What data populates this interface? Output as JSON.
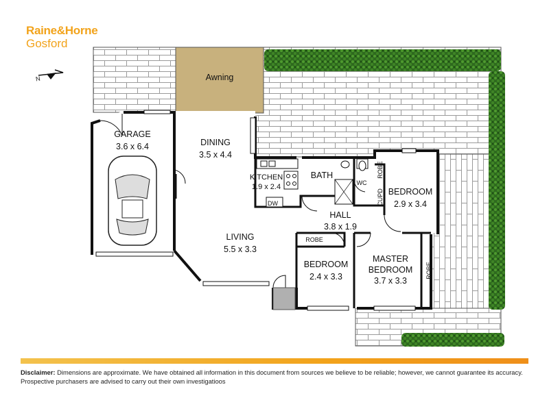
{
  "brand": {
    "name": "Raine&Horne",
    "office": "Gosford"
  },
  "rooms": {
    "awning": "Awning",
    "garage": {
      "name": "GARAGE",
      "size": "3.6 x 6.4"
    },
    "dining": {
      "name": "DINING",
      "size": "3.5 x 4.4"
    },
    "kitchen": {
      "name": "KITCHEN",
      "size": "1.9 x 2.4"
    },
    "bath": "BATH",
    "wc": "WC",
    "dw": "DW",
    "robe": "ROBE",
    "cupd": "CUPD",
    "bedroom_right": {
      "name": "BEDROOM",
      "size": "2.9 x 3.4"
    },
    "hall": {
      "name": "HALL",
      "size": "3.8 x 1.9"
    },
    "living": {
      "name": "LIVING",
      "size": "5.5 x 3.3"
    },
    "bedroom": {
      "name": "BEDROOM",
      "size": "2.4 x 3.3"
    },
    "master": {
      "line1": "MASTER",
      "line2": "BEDROOM",
      "size": "3.7 x 3.3"
    }
  },
  "colors": {
    "accent": "#f2a31b",
    "awning": "#c8b17d",
    "hedge": "#2f6b1f",
    "paving": "#ffffff",
    "wall": "#111111"
  },
  "compass": {
    "label": "N"
  },
  "disclaimer": {
    "label": "Disclaimer:",
    "text": " Dimensions are approximate. We have obtained all information in this document from sources we believe to be reliable; however, we cannot guarantee its accuracy. Prospective purchasers are advised to carry out their own investigatioos"
  }
}
